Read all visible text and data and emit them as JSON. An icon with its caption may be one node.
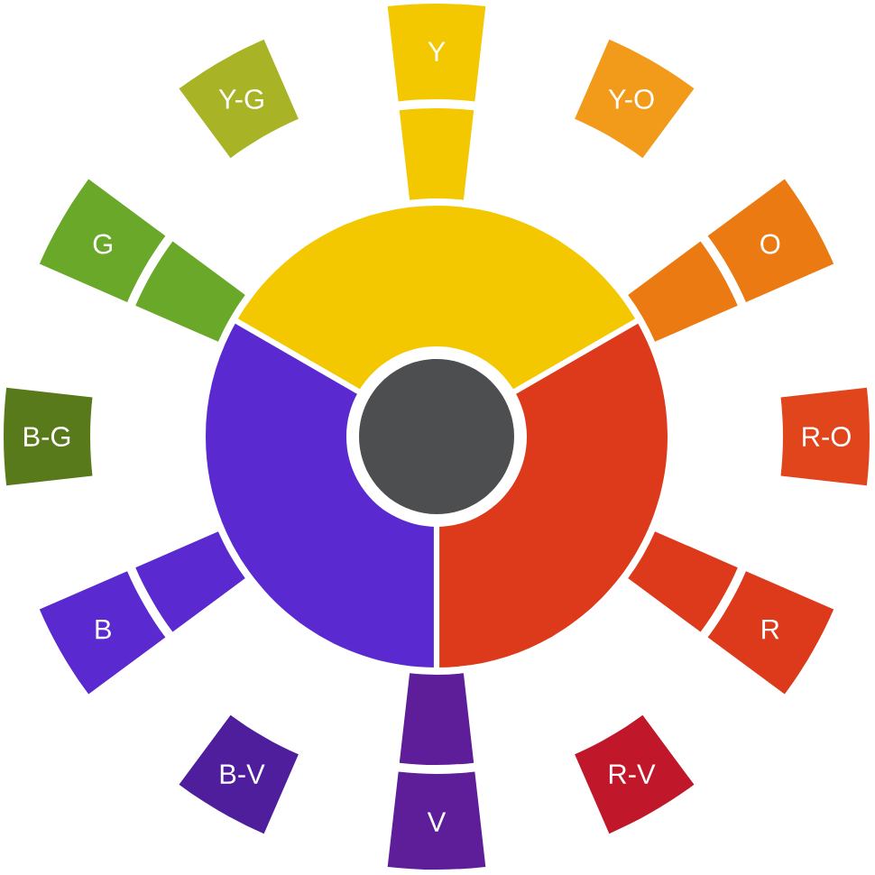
{
  "diagram": {
    "nodes": [
      {
        "text": [
          "Y"
        ]
      },
      {
        "text": [],
        "shape": "box"
      },
      {
        "text": [
          "Y-O"
        ]
      },
      {
        "text": [
          "O"
        ]
      },
      {
        "text": [],
        "shape": "box"
      },
      {
        "text": [
          "R-O"
        ]
      },
      {
        "text": [
          "R"
        ]
      },
      {
        "text": [],
        "shape": "box"
      },
      {
        "text": [
          "R-V"
        ]
      },
      {
        "text": [
          "V"
        ]
      },
      {
        "text": [],
        "shape": "box"
      },
      {
        "text": [
          "B-V"
        ]
      },
      {
        "text": [
          "B"
        ]
      },
      {
        "text": [],
        "shape": "box"
      },
      {
        "text": [
          "B-G"
        ]
      },
      {
        "text": [
          "G"
        ]
      },
      {
        "text": [],
        "shape": "box"
      },
      {
        "text": [
          "Y-G"
        ]
      }
    ]
  }
}
